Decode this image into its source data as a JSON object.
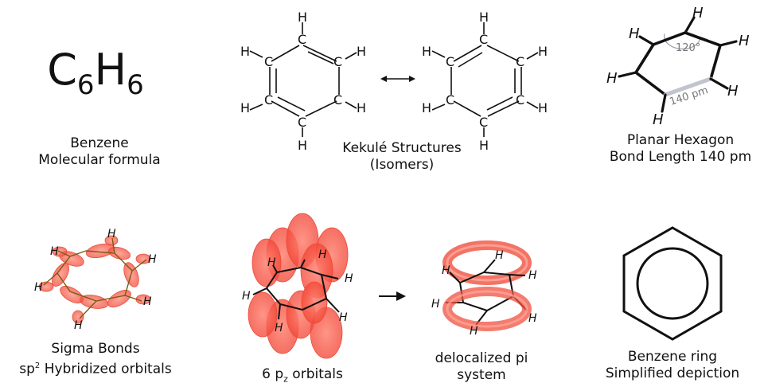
{
  "formula": {
    "C": "C",
    "sub1": "6",
    "H": "H",
    "sub2": "6"
  },
  "caption_formula": {
    "line1": "Benzene",
    "line2": "Molecular formula"
  },
  "caption_kekule": {
    "line1": "Kekulé Structures",
    "line2": "(Isomers)"
  },
  "caption_planar": {
    "line1": "Planar Hexagon",
    "line2": "Bond Length 140 pm"
  },
  "caption_sigma": {
    "line1": "Sigma Bonds",
    "line2_pre": "sp",
    "line2_sup": "2",
    "line2_post": " Hybridized orbitals"
  },
  "caption_pz": {
    "pre": "6 p",
    "sub": "z",
    "post": " orbitals"
  },
  "caption_pi": {
    "line1": "delocalized pi",
    "line2": "system"
  },
  "caption_ring": {
    "line1": "Benzene ring",
    "line2": "Simplified depiction"
  },
  "planar_labels": {
    "angle": "120°",
    "bond": "140 pm"
  },
  "atoms": {
    "carbon": "C",
    "hydrogen": "H"
  },
  "colors": {
    "orbital": "#f04a3a",
    "bond_highlight": "#c0c4cc",
    "text": "#111111"
  }
}
